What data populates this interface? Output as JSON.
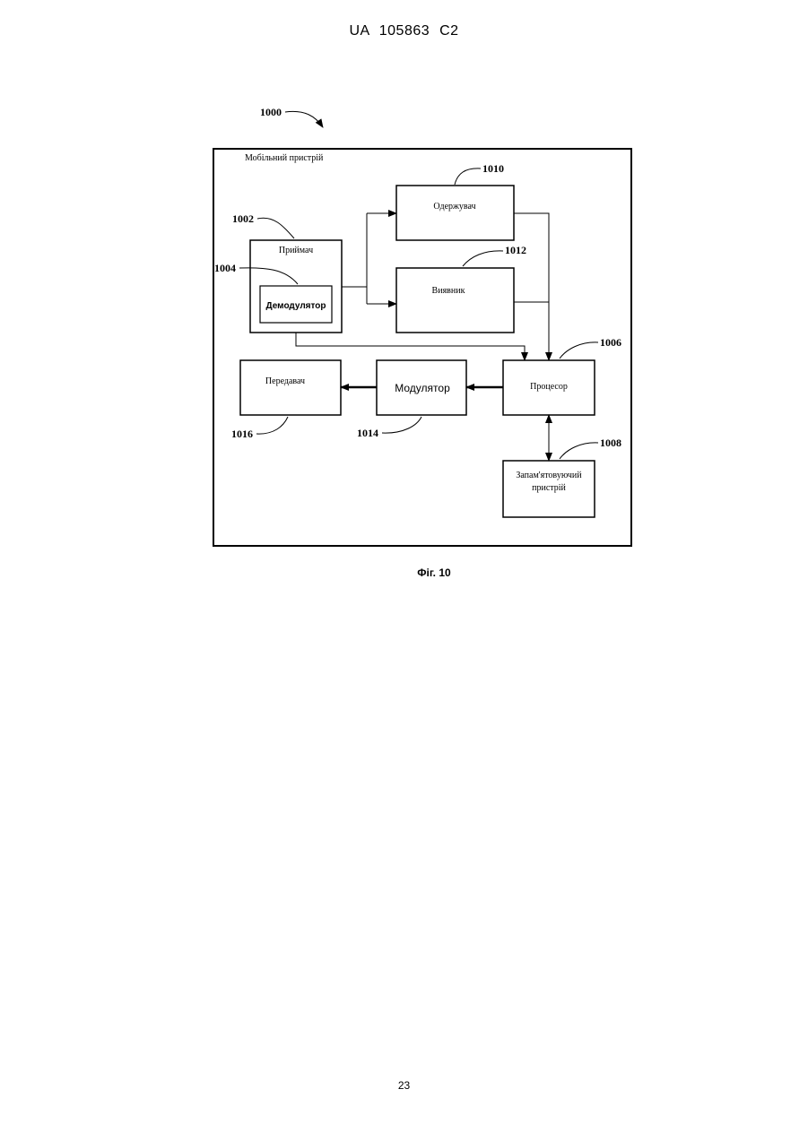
{
  "header": {
    "text": "UA   105863   C2"
  },
  "page_number": "23",
  "figure": {
    "caption": "Фіг. 10",
    "refs": {
      "r1000": "1000",
      "r1002": "1002",
      "r1004": "1004",
      "r1006": "1006",
      "r1008": "1008",
      "r1010": "1010",
      "r1012": "1012",
      "r1014": "1014",
      "r1016": "1016"
    },
    "labels": {
      "mobile_device": "Мобільний пристрій",
      "receiver": "Приймач",
      "demodulator": "Демодулятор",
      "obtainer": "Одержувач",
      "detector": "Виявник",
      "processor": "Процесор",
      "modulator": "Модулятор",
      "transmitter": "Передавач",
      "memory_line1": "Запам'ятовуючий",
      "memory_line2": "пристрій"
    }
  }
}
